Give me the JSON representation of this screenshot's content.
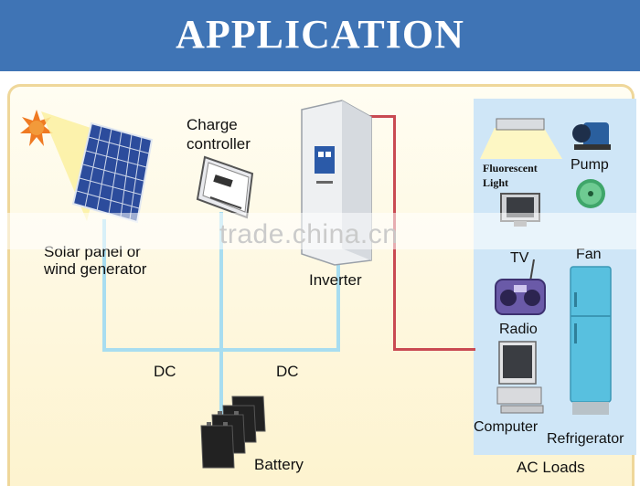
{
  "header": {
    "title": "APPLICATION"
  },
  "watermark": "trade.china.cn",
  "components": {
    "solar_label_1": "Solar panel or",
    "solar_label_2": "wind generator",
    "charge_label_1": "Charge",
    "charge_label_2": "controller",
    "inverter_label": "Inverter",
    "battery_label": "Battery",
    "dc_left": "DC",
    "dc_right": "DC"
  },
  "ac_loads": {
    "title": "AC Loads",
    "fluorescent_1": "Fluorescent",
    "fluorescent_2": "Light",
    "pump": "Pump",
    "tv": "TV",
    "fan": "Fan",
    "radio": "Radio",
    "computer": "Computer",
    "refrigerator": "Refrigerator"
  },
  "colors": {
    "banner": "#3f74b5",
    "dc_wire": "#a8ddf0",
    "ac_wire": "#c94a52",
    "ac_box": "#cfe6f7"
  }
}
